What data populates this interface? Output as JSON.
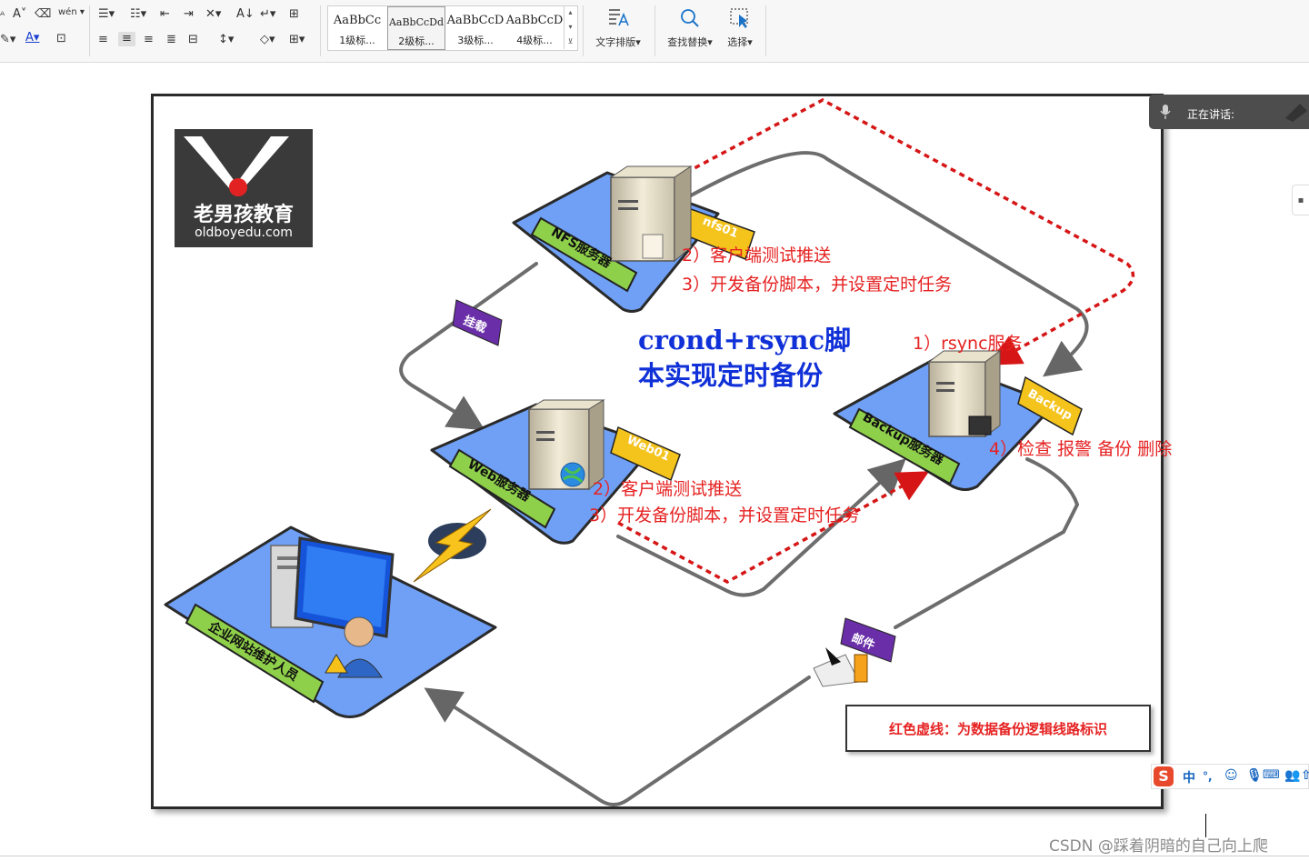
{
  "ribbon": {
    "styles": [
      {
        "sample": "AaBbCc",
        "name": "1级标..."
      },
      {
        "sample": "AaBbCcDd",
        "name": "2级标..."
      },
      {
        "sample": "AaBbCcD",
        "name": "3级标..."
      },
      {
        "sample": "AaBbCcD",
        "name": "4级标..."
      }
    ],
    "text_layout_label": "文字排版",
    "find_replace_label": "查找替换",
    "select_label": "选择",
    "pinyin_glyph": "wén"
  },
  "diagram": {
    "logo_cn": "老男孩教育",
    "logo_en": "oldboyedu.com",
    "title_line1": "crond+rsync脚",
    "title_line2": "本实现定时备份",
    "nfs_server_label": "NFS服务器",
    "nfs_tag": "nfs01",
    "web_server_label": "Web服务器",
    "web_tag": "Web01",
    "backup_server_label": "Backup服务器",
    "backup_tag": "Backup",
    "admin_label": "企业网站维护人员",
    "mount_tag": "挂载",
    "mail_tag": "邮件",
    "nfs_note_1": "2）客户端测试推送",
    "nfs_note_2": "3）开发备份脚本，并设置定时任务",
    "backup_note_1": "1）rsync服务",
    "backup_note_4": "4）检查 报警 备份 删除",
    "web_note_1": "2）客户端测试推送",
    "web_note_2": "3）开发备份脚本，并设置定时任务",
    "legend_text": "红色虚线：为数据备份逻辑线路标识"
  },
  "speaking_panel": {
    "label": "正在讲话:"
  },
  "ime": {
    "logo": "S",
    "mode": "中",
    "punct": "°,"
  },
  "watermark": "CSDN @踩着阴暗的自己向上爬"
}
